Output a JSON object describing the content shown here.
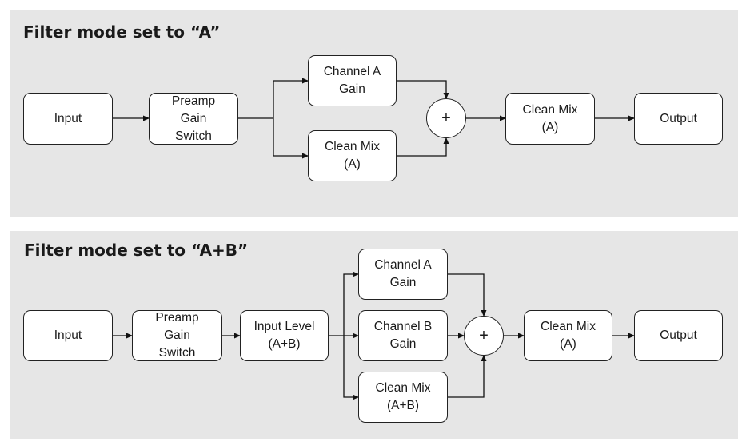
{
  "panel_a": {
    "title": "Filter mode set to “A”",
    "blocks": {
      "input": "Input",
      "preamp": "Preamp\nGain\nSwitch",
      "channel_a": "Channel A\nGain",
      "clean_mix_in": "Clean Mix\n(A)",
      "sum": "+",
      "clean_mix_out": "Clean Mix\n(A)",
      "output": "Output"
    }
  },
  "panel_ab": {
    "title": "Filter mode set to “A+B”",
    "blocks": {
      "input": "Input",
      "preamp": "Preamp\nGain\nSwitch",
      "input_level": "Input Level\n(A+B)",
      "channel_a": "Channel A\nGain",
      "channel_b": "Channel B\nGain",
      "clean_mix_in": "Clean Mix\n(A+B)",
      "sum": "+",
      "clean_mix_out": "Clean Mix\n(A)",
      "output": "Output"
    }
  }
}
